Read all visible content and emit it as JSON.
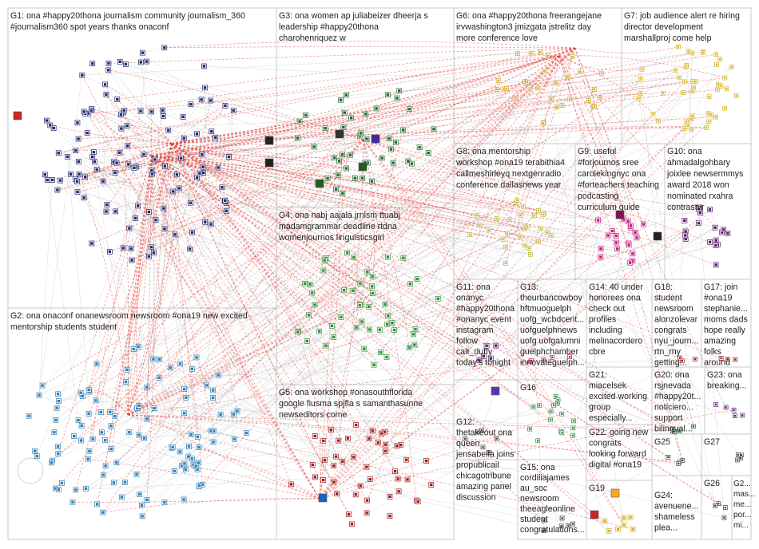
{
  "colors": {
    "background": "#ffffff",
    "panel_border": "#c9c9c9",
    "label_text": "#222222",
    "edge_main": "#e0403a",
    "edge_light": "#bdbdbd",
    "G1": "#1f2a6b",
    "G2": "#2e7fb8",
    "G3": "#1c6b2c",
    "G4": "#2f8f3a",
    "G5": "#a01c1c",
    "G6": "#c9a227",
    "G7": "#d6b21e",
    "G8": "#b8b836",
    "G9": "#c2187a",
    "G10": "#5a1e6e",
    "misc": "#444444"
  },
  "groups": [
    {
      "id": "G1",
      "label": [
        "G1: ona #happy20thona journalism community journalism_360",
        "#journalism360 spot years thanks onaconf"
      ]
    },
    {
      "id": "G2",
      "label": [
        "G2: ona onaconf onanewsroom newsroom #ona19 new excited",
        "mentorship students student"
      ]
    },
    {
      "id": "G3",
      "label": [
        "G3: ona women ap juliabeizer dheerja s",
        "leadership #happy20thona",
        "charohenriquez w"
      ]
    },
    {
      "id": "G4",
      "label": [
        "G4: ona nabj aajala jrnlsm ttuabj",
        "madamgrammar deadline rtdna",
        "womenjournos linguisticsgirl"
      ]
    },
    {
      "id": "G5",
      "label": [
        "G5: ona workshop #onasouthflorida",
        "google fiusma spjfla s samanthasunne",
        "newseditors come"
      ]
    },
    {
      "id": "G6",
      "label": [
        "G6: ona #happy20thona freerangejane",
        "irvwashington3 jmizgata jstrelitz day",
        "more conference love"
      ]
    },
    {
      "id": "G7",
      "label": [
        "G7: job audience alert re hiring",
        "director development",
        "marshallproj come help"
      ]
    },
    {
      "id": "G8",
      "label": [
        "G8: ona mentorship",
        "workshop #ona19 terabithia4",
        "callmeshirleyq nextgenradio",
        "conference dallasnews year"
      ]
    },
    {
      "id": "G9",
      "label": [
        "G9: useful",
        "#forjournos sree",
        "carolekingnyc ona",
        "#forteachers teaching",
        "podcasting",
        "curriculum guide"
      ]
    },
    {
      "id": "G10",
      "label": [
        "G10: ona",
        "ahmadalgohbary",
        "joixlee newsermmys",
        "award 2018 won",
        "nominated rxahra",
        "contrastvr"
      ]
    },
    {
      "id": "G11",
      "label": [
        "G11: ona",
        "onanyc",
        "#happy20thona",
        "#onanyc event",
        "instagram",
        "follow",
        "cait_duffy",
        "today's tonight"
      ]
    },
    {
      "id": "G12",
      "label": [
        "G12:",
        "thetakeout ona",
        "queen",
        "jensabella joins",
        "propublicail",
        "chicagotribune",
        "amazing panel",
        "discussion"
      ]
    },
    {
      "id": "G13",
      "label": [
        "G13:",
        "theurbancowboy",
        "hftmuoguelph",
        "uofg_wcbdcent...",
        "uofguelphnews",
        "uofg uofgalumni",
        "guelphchamber",
        "innovateguelph..."
      ]
    },
    {
      "id": "G14",
      "label": [
        "G14: 40 under",
        "honorees ona",
        "check out",
        "profiles",
        "including",
        "melinacordero",
        "cbre"
      ]
    },
    {
      "id": "G15",
      "label": [
        "G15: ona",
        "cordiliajames",
        "au_soc",
        "newsroom",
        "theeagleonline",
        "student",
        "congratulations..."
      ]
    },
    {
      "id": "G16",
      "label": [
        "G16"
      ]
    },
    {
      "id": "G17",
      "label": [
        "G17: join",
        "#ona19",
        "stephanie...",
        "moms dads",
        "hope really",
        "amazing",
        "folks",
        "around"
      ]
    },
    {
      "id": "G18",
      "label": [
        "G18:",
        "student",
        "newsroom",
        "alonzolevar",
        "congrats",
        "nyu_journ...",
        "rtn_rny",
        "getting..."
      ]
    },
    {
      "id": "G19",
      "label": [
        "G19"
      ]
    },
    {
      "id": "G20",
      "label": [
        "G20: ona",
        "rsjnevada",
        "#happy20t...",
        "noticiero...",
        "support",
        "bilingual..."
      ]
    },
    {
      "id": "G21",
      "label": [
        "G21:",
        "miacelsek",
        "excited working",
        "group",
        "especially..."
      ]
    },
    {
      "id": "G22",
      "label": [
        "G22: going new",
        "congrats",
        "looking forward",
        "digital #ona19"
      ]
    },
    {
      "id": "G23",
      "label": [
        "G23: ona",
        "breaking..."
      ]
    },
    {
      "id": "G24",
      "label": [
        "G24:",
        "avenuene...",
        "shameless",
        "plea..."
      ]
    },
    {
      "id": "G25",
      "label": [
        "G25"
      ]
    },
    {
      "id": "G26",
      "label": [
        "G26"
      ]
    },
    {
      "id": "G27",
      "label": [
        "G27"
      ]
    },
    {
      "id": "G28",
      "label": [
        "G2...",
        "mas...",
        "me...",
        "por...",
        "mi..."
      ]
    }
  ]
}
